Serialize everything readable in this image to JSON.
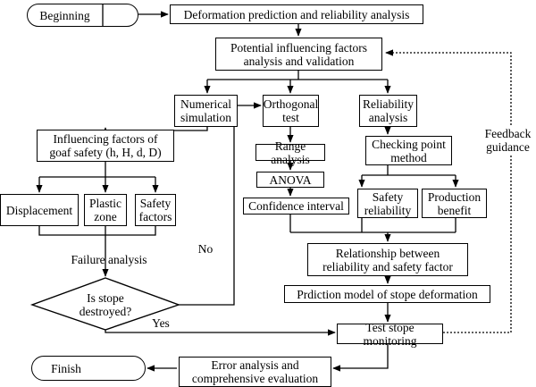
{
  "nodes": {
    "beginning": "Beginning",
    "deformation_prediction": "Deformation prediction and reliability analysis",
    "influencing_factors_analysis": "Potential influencing factors\nanalysis and validation",
    "numerical_simulation": "Numerical\nsimulation",
    "orthogonal_test": "Orthogonal\ntest",
    "reliability_analysis": "Reliability\nanalysis",
    "goaf_safety_factors": "Influencing factors of\ngoaf safety (h, H, d, D)",
    "range_analysis": "Range analysis",
    "anova": "ANOVA",
    "confidence_interval": "Confidence interval",
    "checking_point_method": "Checking point\nmethod",
    "displacement": "Displacement",
    "plastic_zone": "Plastic\nzone",
    "safety_factors": "Safety\nfactors",
    "safety_reliability": "Safety\nreliability",
    "production_benefit": "Production\nbenefit",
    "relationship": "Relationship between\nreliability and safety factor",
    "prediction_model": "Prdiction model of stope deformation",
    "is_stope_destroyed": "Is stope\ndestroyed?",
    "test_stope_monitoring": "Test stope monitoring",
    "error_analysis": "Error analysis and\ncomprehensive evaluation",
    "finish": "Finish"
  },
  "labels": {
    "failure_analysis": "Failure  analysis",
    "no": "No",
    "yes": "Yes",
    "feedback_guidance": "Feedback\nguidance"
  }
}
